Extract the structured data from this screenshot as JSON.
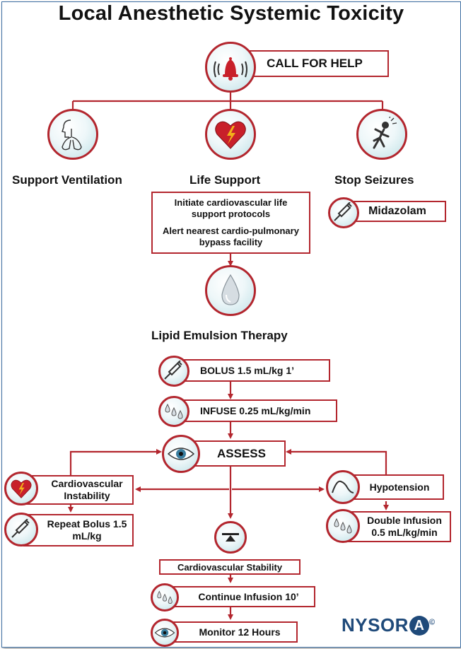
{
  "title": "Local Anesthetic Systemic Toxicity",
  "call_for_help": "CALL FOR HELP",
  "branches": {
    "ventilation": "Support Ventilation",
    "life_support": "Life Support",
    "seizures": "Stop Seizures"
  },
  "life_support_box": {
    "line1": "Initiate cardiovascular life support protocols",
    "line2": "Alert nearest cardio-pulmonary bypass facility"
  },
  "midazolam": "Midazolam",
  "lipid_title": "Lipid Emulsion Therapy",
  "bolus": "BOLUS 1.5 mL/kg  1’",
  "infuse": "INFUSE 0.25 mL/kg/min",
  "assess": "ASSESS",
  "cv_instability": "Cardiovascular Instability",
  "hypotension": "Hypotension",
  "repeat_bolus": "Repeat Bolus 1.5 mL/kg",
  "double_infusion": "Double Infusion 0.5 mL/kg/min",
  "cv_stability": "Cardiovascular Stability",
  "continue_infusion": "Continue Infusion 10’",
  "monitor": "Monitor 12 Hours",
  "logo": {
    "left": "NYSOR",
    "circled": "A",
    "mark": "©"
  },
  "colors": {
    "accent": "#b3262e",
    "teal": "#bfe1e6",
    "logo": "#1f4a7a"
  }
}
